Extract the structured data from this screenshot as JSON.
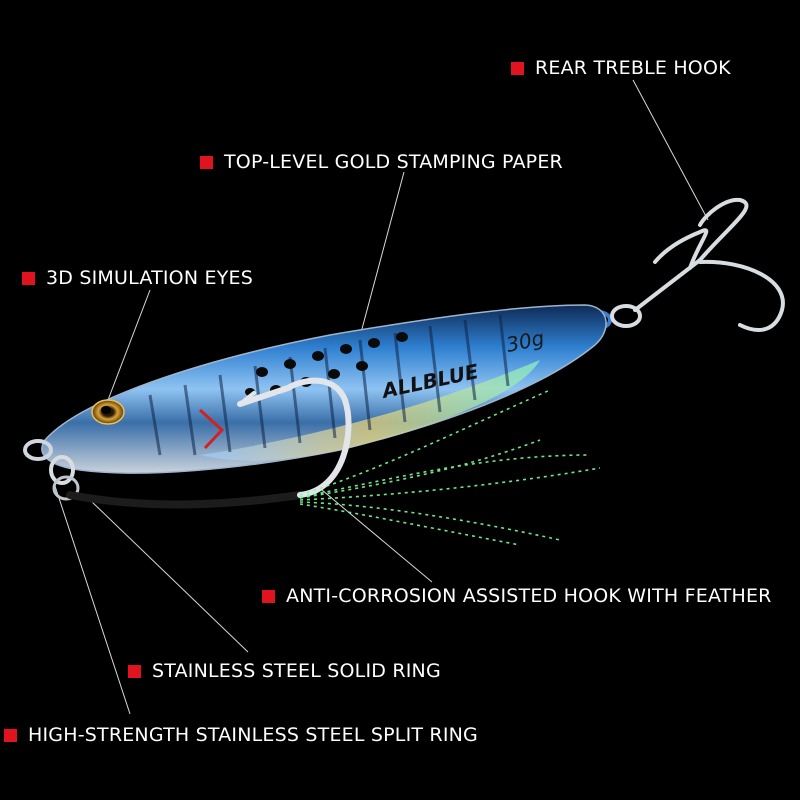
{
  "colors": {
    "background": "#000000",
    "marker": "#e0141e",
    "text": "#ffffff",
    "lure_blue": "#2e7fd0",
    "lure_silver": "#c9d2dc",
    "flash_green": "#7dff9a",
    "hook_steel": "#d8dde2"
  },
  "labels": {
    "rear_treble_hook": "REAR TREBLE HOOK",
    "gold_stamping_paper": "TOP-LEVEL GOLD STAMPING PAPER",
    "simulation_eyes": "3D SIMULATION EYES",
    "assisted_hook": "ANTI-CORROSION ASSISTED HOOK WITH FEATHER",
    "solid_ring": "STAINLESS STEEL SOLID RING",
    "split_ring": "HIGH-STRENGTH STAINLESS STEEL SPLIT RING"
  },
  "lure": {
    "brand": "ALLBLUE",
    "weight": "30g"
  }
}
